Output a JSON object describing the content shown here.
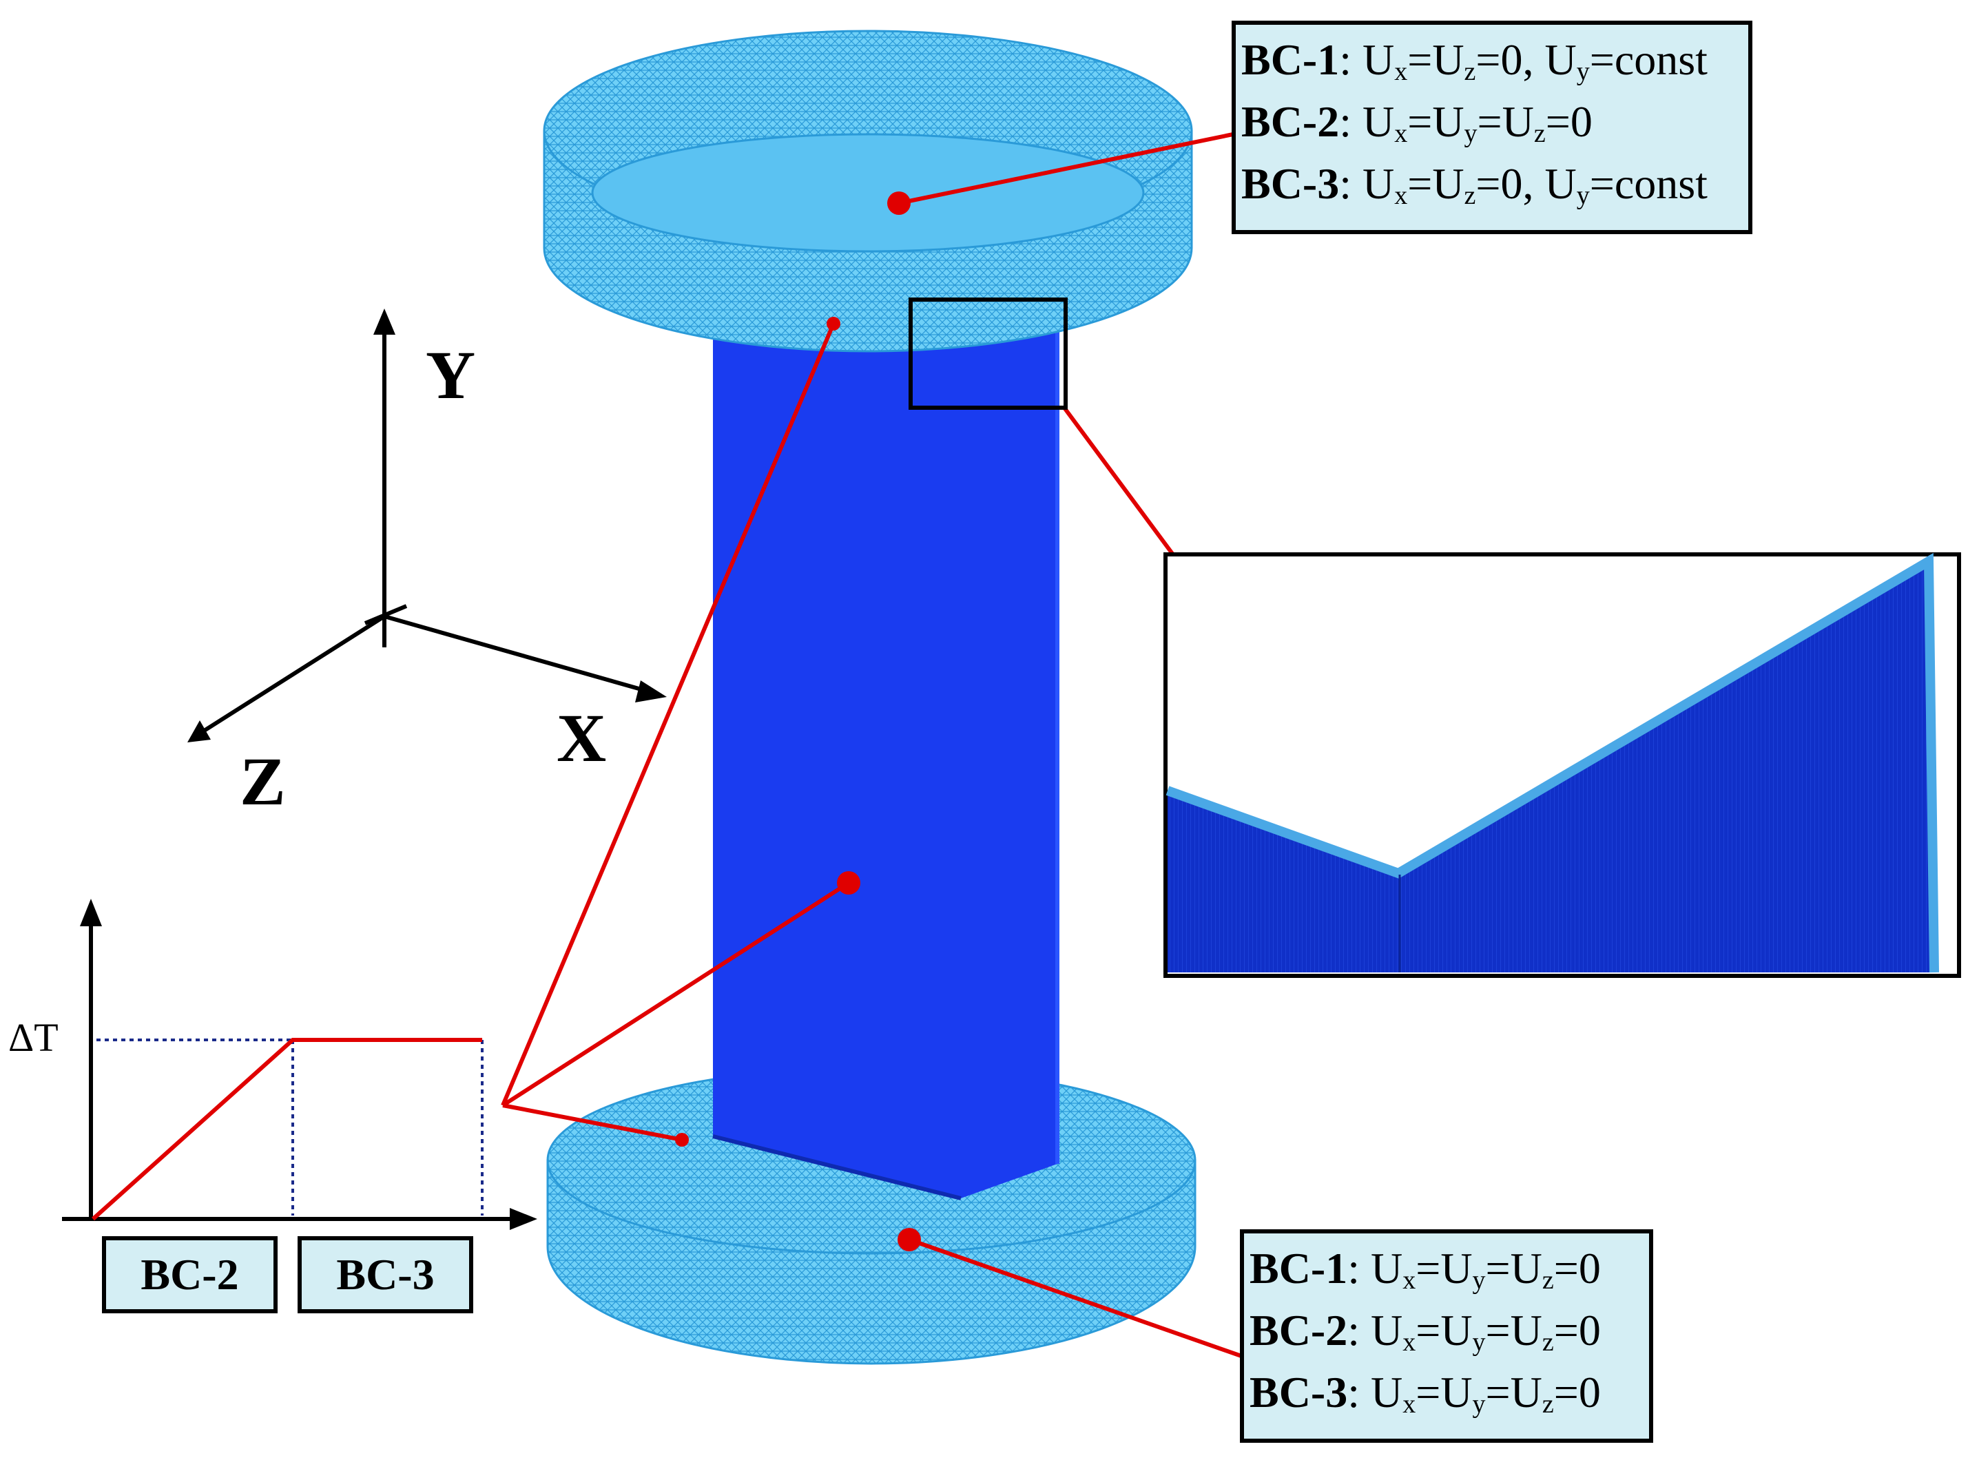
{
  "top_boundary_conditions": [
    {
      "name": "BC-1",
      "parts": [
        "U",
        "x",
        "=U",
        "z",
        "=0, U",
        "y",
        "=const"
      ]
    },
    {
      "name": "BC-2",
      "parts": [
        "U",
        "x",
        "=U",
        "y",
        "=U",
        "z",
        "=0"
      ]
    },
    {
      "name": "BC-3",
      "parts": [
        "U",
        "x",
        "=U",
        "z",
        "=0, U",
        "y",
        "=const"
      ]
    }
  ],
  "bottom_boundary_conditions": [
    {
      "name": "BC-1",
      "parts": [
        "U",
        "x",
        "=U",
        "y",
        "=U",
        "z",
        "=0"
      ]
    },
    {
      "name": "BC-2",
      "parts": [
        "U",
        "x",
        "=U",
        "y",
        "=U",
        "z",
        "=0"
      ]
    },
    {
      "name": "BC-3",
      "parts": [
        "U",
        "x",
        "=U",
        "y",
        "=U",
        "z",
        "=0"
      ]
    }
  ],
  "axes": {
    "y": "Y",
    "x": "X",
    "z": "Z"
  },
  "temperature_graph": {
    "y_label": "ΔT",
    "phases": [
      "BC-2",
      "BC-3"
    ]
  },
  "colors": {
    "mesh": "#5ac8f5",
    "mesh_line": "#2a9ad8",
    "specimen": "#1a3cf0",
    "leader": "#e00000",
    "box_fill": "#d4eef4"
  }
}
